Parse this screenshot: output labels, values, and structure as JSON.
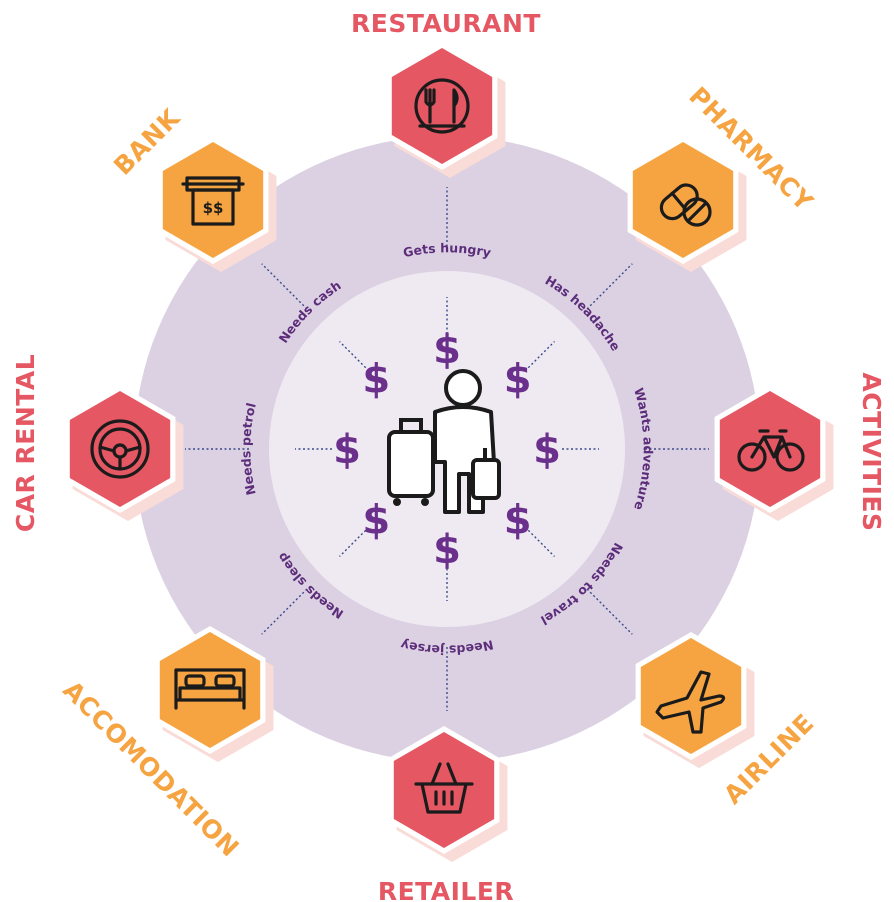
{
  "center": {
    "icon": "traveller-with-luggage-icon"
  },
  "currency_symbol": "$",
  "nodes": [
    {
      "id": "restaurant",
      "label": "RESTAURANT",
      "need": "Gets hungry",
      "icon": "dining-icon",
      "color": "#e45763"
    },
    {
      "id": "pharmacy",
      "label": "PHARMACY",
      "need": "Has headache",
      "icon": "pills-icon",
      "color": "#f6a442"
    },
    {
      "id": "activities",
      "label": "ACTIVITIES",
      "need": "Wants adventure",
      "icon": "bicycle-icon",
      "color": "#e45763"
    },
    {
      "id": "airline",
      "label": "AIRLINE",
      "need": "Needs to travel",
      "icon": "airplane-icon",
      "color": "#f6a442"
    },
    {
      "id": "retailer",
      "label": "RETAILER",
      "need": "Needs jersey",
      "icon": "shopping-basket-icon",
      "color": "#e45763"
    },
    {
      "id": "accomodation",
      "label": "ACCOMODATION",
      "need": "Needs sleep",
      "icon": "bed-icon",
      "color": "#f6a442"
    },
    {
      "id": "car-rental",
      "label": "CAR RENTAL",
      "need": "Needs petrol",
      "icon": "steering-wheel-icon",
      "color": "#e45763"
    },
    {
      "id": "bank",
      "label": "BANK",
      "need": "Needs cash",
      "icon": "atm-icon",
      "color": "#f6a442"
    }
  ],
  "atm_text": "$$",
  "colors": {
    "outer_ring": "#dcd1e2",
    "inner_circle": "#efeaf2",
    "red": "#e45763",
    "orange": "#f6a442",
    "purple": "#6b2f8c"
  }
}
